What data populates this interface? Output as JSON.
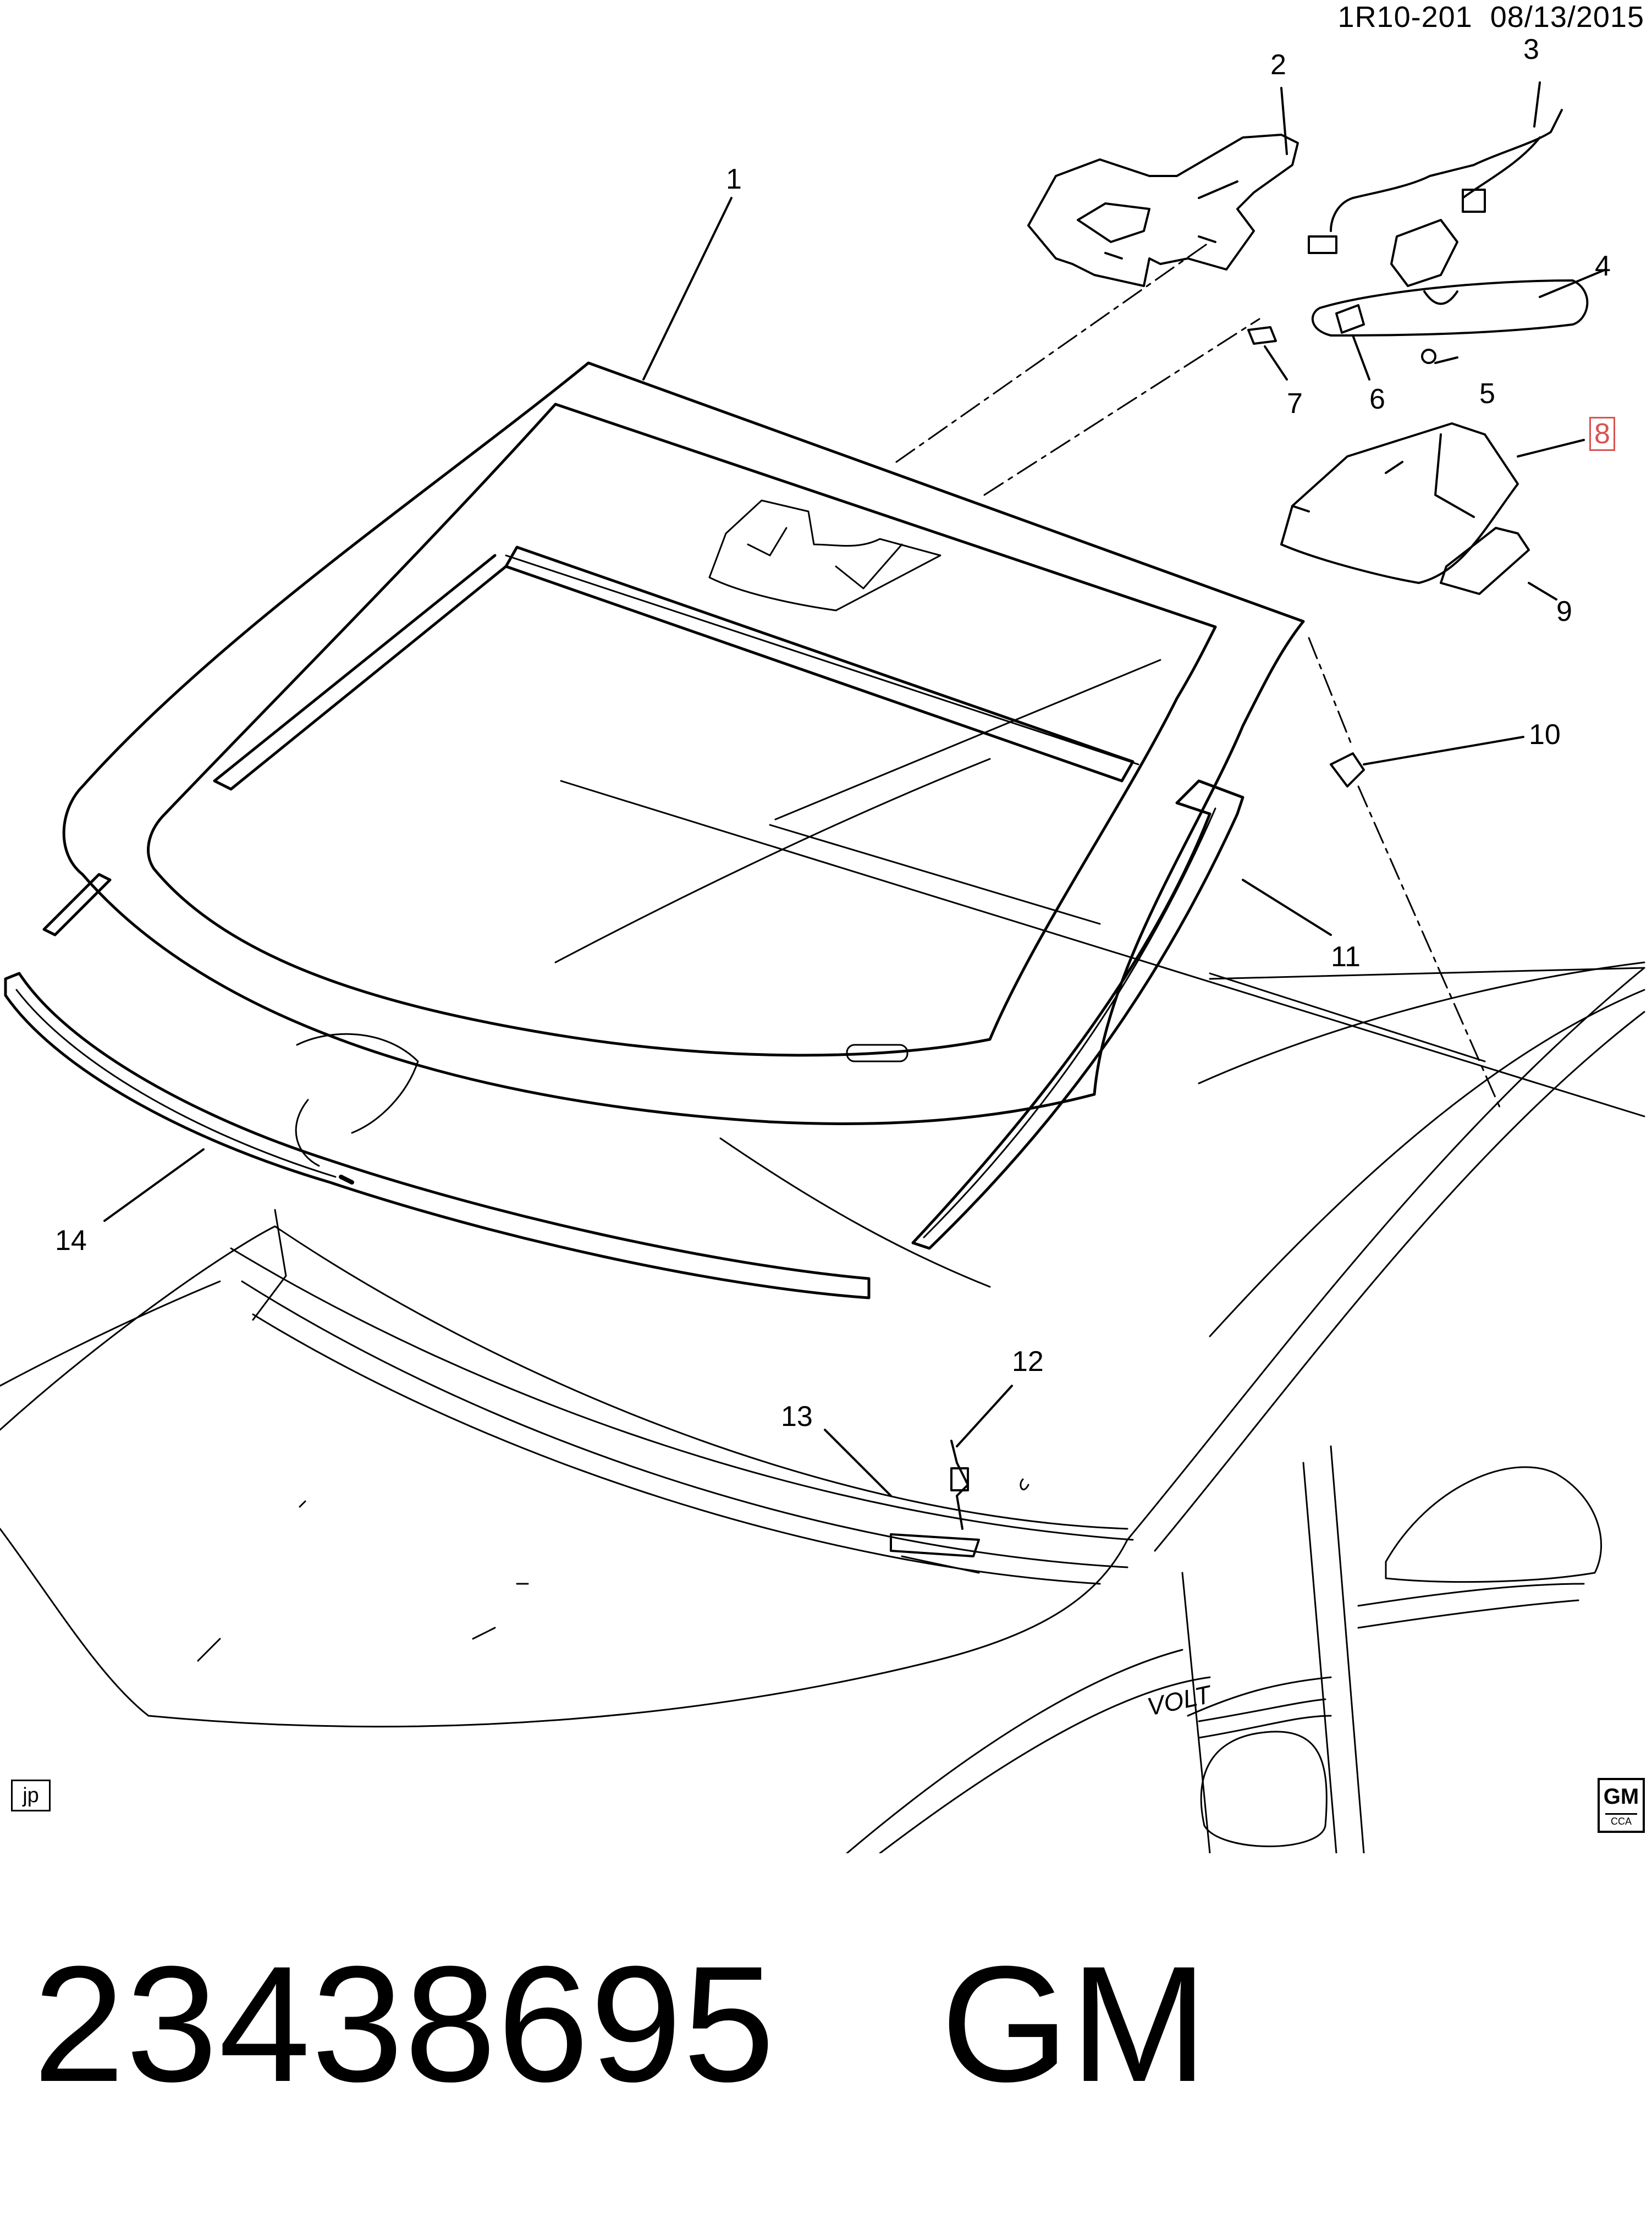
{
  "header": {
    "ref_code": "1R10-201",
    "date": "08/13/2015"
  },
  "callouts": [
    {
      "id": "c1",
      "label": "1"
    },
    {
      "id": "c2",
      "label": "2"
    },
    {
      "id": "c3",
      "label": "3"
    },
    {
      "id": "c4",
      "label": "4"
    },
    {
      "id": "c5",
      "label": "5"
    },
    {
      "id": "c6",
      "label": "6"
    },
    {
      "id": "c7",
      "label": "7"
    },
    {
      "id": "c8",
      "label": "8",
      "highlighted": true
    },
    {
      "id": "c9",
      "label": "9"
    },
    {
      "id": "c10",
      "label": "10"
    },
    {
      "id": "c11",
      "label": "11"
    },
    {
      "id": "c12",
      "label": "12"
    },
    {
      "id": "c13",
      "label": "13"
    },
    {
      "id": "c14",
      "label": "14"
    }
  ],
  "tags": {
    "jp": "jp"
  },
  "logo": {
    "brand": "GM",
    "sub": "CCA"
  },
  "badge_text": "VOLT",
  "footer": {
    "part_number": "23438695",
    "brand": "GM"
  },
  "colors": {
    "line": "#000000",
    "highlight": "#d9534f",
    "background": "#ffffff"
  }
}
